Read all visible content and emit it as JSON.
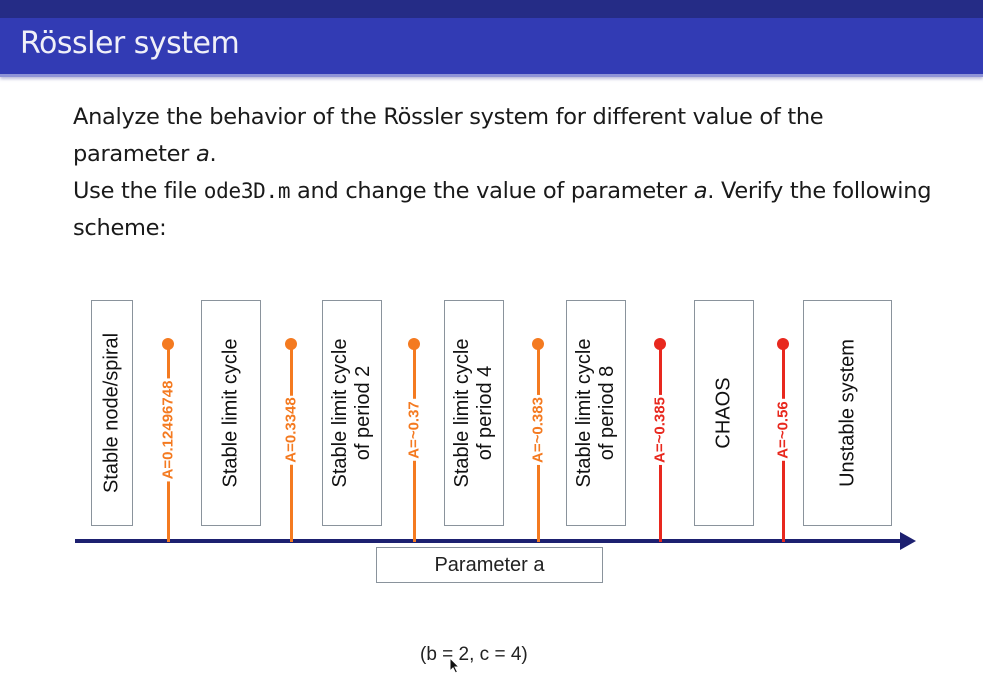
{
  "slide": {
    "title": "Rössler system",
    "paragraph1": {
      "text_before": "Analyze the behavior of the Rössler system for different value of the parameter ",
      "param": "a",
      "text_after": "."
    },
    "paragraph2": {
      "text_before": "Use the file ",
      "filename": "ode3D.m",
      "text_middle": " and change the value of parameter ",
      "param": "a",
      "text_after": ". Verify the following scheme:"
    }
  },
  "diagram": {
    "regions": [
      {
        "lines": [
          "Stable node/spiral"
        ]
      },
      {
        "lines": [
          "Stable limit cycle"
        ]
      },
      {
        "lines": [
          "Stable limit cycle",
          "of period 2"
        ]
      },
      {
        "lines": [
          "Stable limit cycle",
          "of period 4"
        ]
      },
      {
        "lines": [
          "Stable limit cycle",
          "of period 8"
        ]
      },
      {
        "lines": [
          "CHAOS"
        ]
      },
      {
        "lines": [
          "Unstable system"
        ]
      }
    ],
    "thresholds": [
      {
        "label": "A=0.12496748",
        "color": "#f47a20"
      },
      {
        "label": "A=0.3348",
        "color": "#f47a20"
      },
      {
        "label": "A=~0.37",
        "color": "#f47a20"
      },
      {
        "label": "A=~0.383",
        "color": "#f47a20"
      },
      {
        "label": "A=~0.385",
        "color": "#e8281e"
      },
      {
        "label": "A=~0.56",
        "color": "#e8281e"
      }
    ],
    "axis_label": "Parameter a",
    "constants": "(b = 2, c = 4)",
    "axis_color": "#1d2070"
  }
}
